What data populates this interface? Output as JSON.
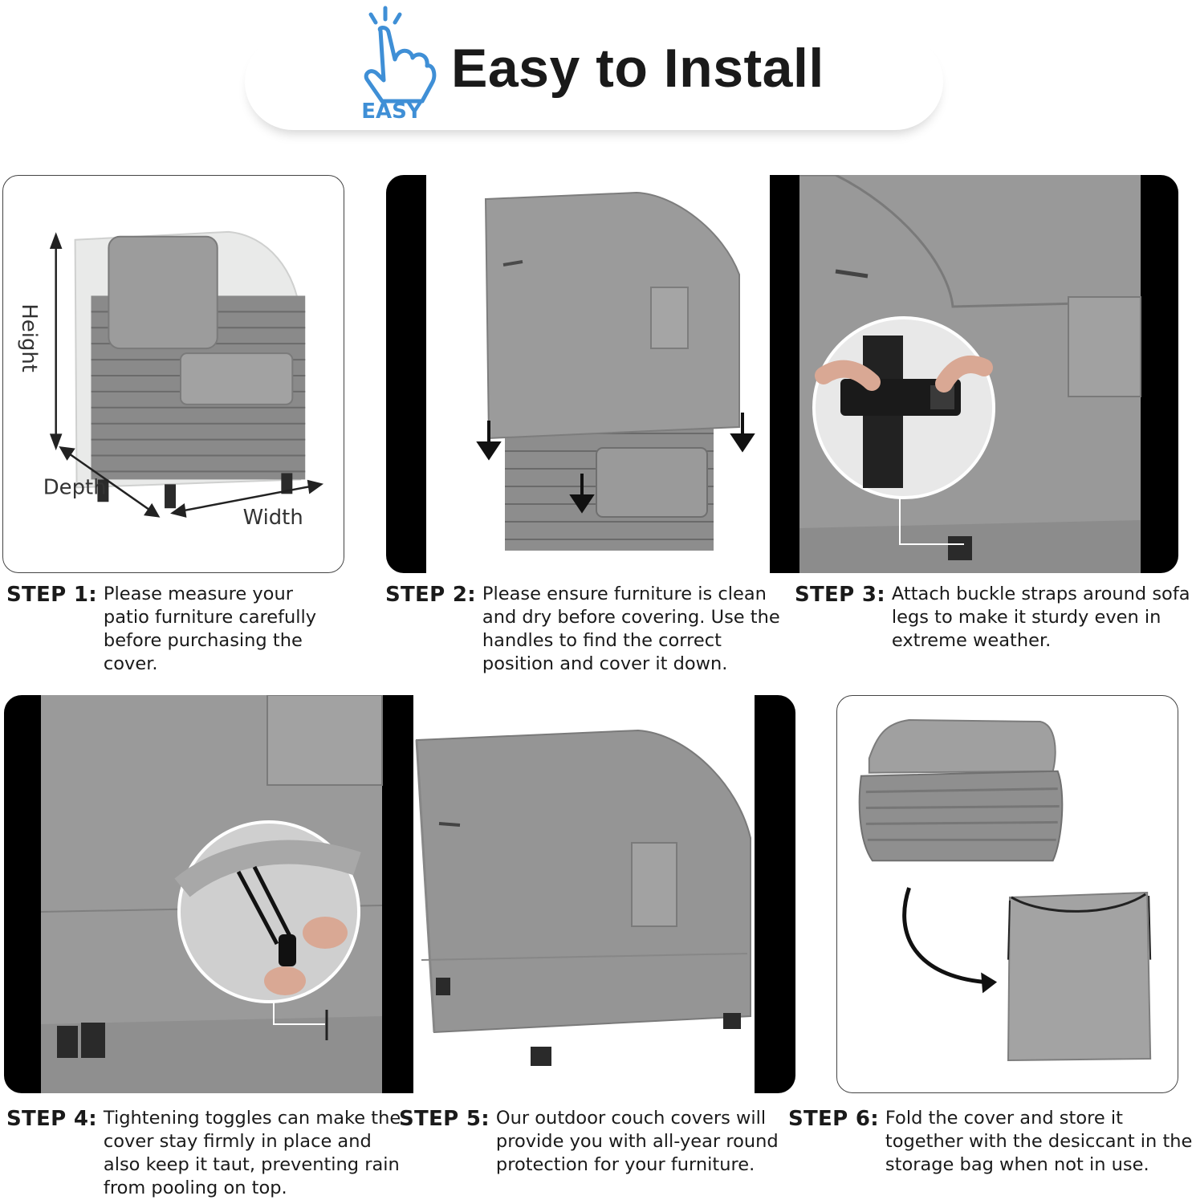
{
  "header": {
    "title": "Easy to Install",
    "icon_badge": "EASY",
    "icon": "hand-tap-icon"
  },
  "colors": {
    "accent_blue": "#3f8fd6",
    "cover_gray": "#8e8e8e",
    "panel_black": "#000000"
  },
  "dimensions": {
    "height": "Height",
    "depth": "Depth",
    "width": "Width"
  },
  "steps": [
    {
      "label": "STEP 1:",
      "text": "Please measure your patio furniture carefully before purchasing the cover."
    },
    {
      "label": "STEP 2:",
      "text": "Please ensure furniture is clean and dry before covering. Use the handles to find the correct position and cover it down."
    },
    {
      "label": "STEP 3:",
      "text": "Attach buckle straps around sofa legs to make it sturdy even in extreme weather."
    },
    {
      "label": "STEP 4:",
      "text": "Tightening toggles can make the cover stay firmly in place and also keep it taut, preventing rain from pooling on top."
    },
    {
      "label": "STEP 5:",
      "text": "Our outdoor couch covers will provide you with all-year round protection for your furniture."
    },
    {
      "label": "STEP 6:",
      "text": "Fold the cover and store it together with the desiccant in the storage bag when not in use."
    }
  ]
}
